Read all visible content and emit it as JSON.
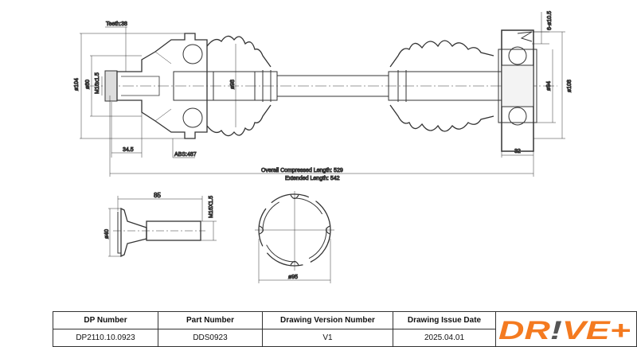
{
  "drawing": {
    "teeth": "Teeth:38",
    "dia_outer_left": "ø104",
    "dia_inner_left": "ø60",
    "thread_left": "M16x1.5",
    "length_stub": "34.5",
    "abs": "ABS:487",
    "shaft_dia": "ø98",
    "holes": "6-ø10.5",
    "dia_inner_right": "ø94",
    "dia_outer_right": "ø108",
    "flange_width": "32",
    "overall_compressed": "Overall  Compressed  Length: 529",
    "extended": "Extended  Length: 542"
  },
  "bolt": {
    "length": "85",
    "thread": "M16X1.5",
    "head_dia": "ø40"
  },
  "profile": {
    "dia": "ø95"
  },
  "table": {
    "headers": [
      "DP Number",
      "Part Number",
      "Drawing Version Number",
      "Drawing Issue Date"
    ],
    "values": [
      "DP2110.10.0923",
      "DDS0923",
      "V1",
      "2025.04.01"
    ]
  },
  "logo": {
    "text": "DR!VE+",
    "orange": "#f47a20",
    "gray": "#555555"
  }
}
